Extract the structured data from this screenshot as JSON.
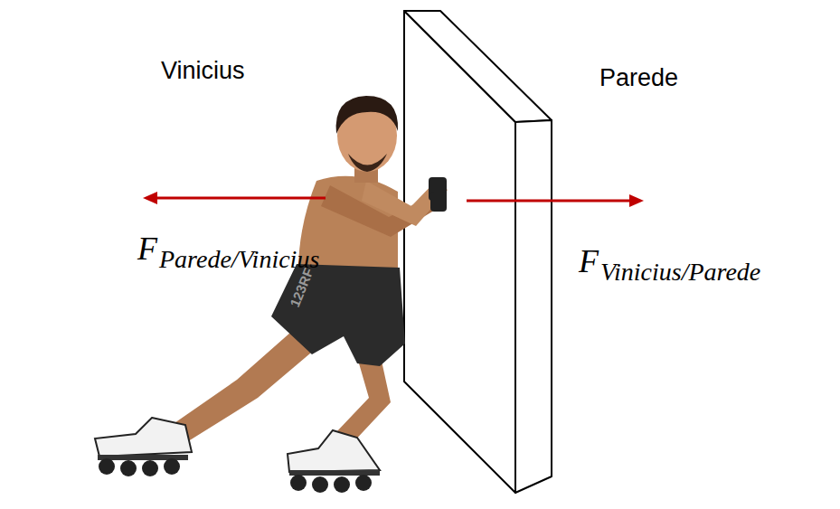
{
  "diagram": {
    "labels": [
      "Vinicius",
      "Parede",
      "F",
      "Parede/Vinicius",
      "F",
      "Vinicius/Parede",
      "123RF"
    ]
  }
}
